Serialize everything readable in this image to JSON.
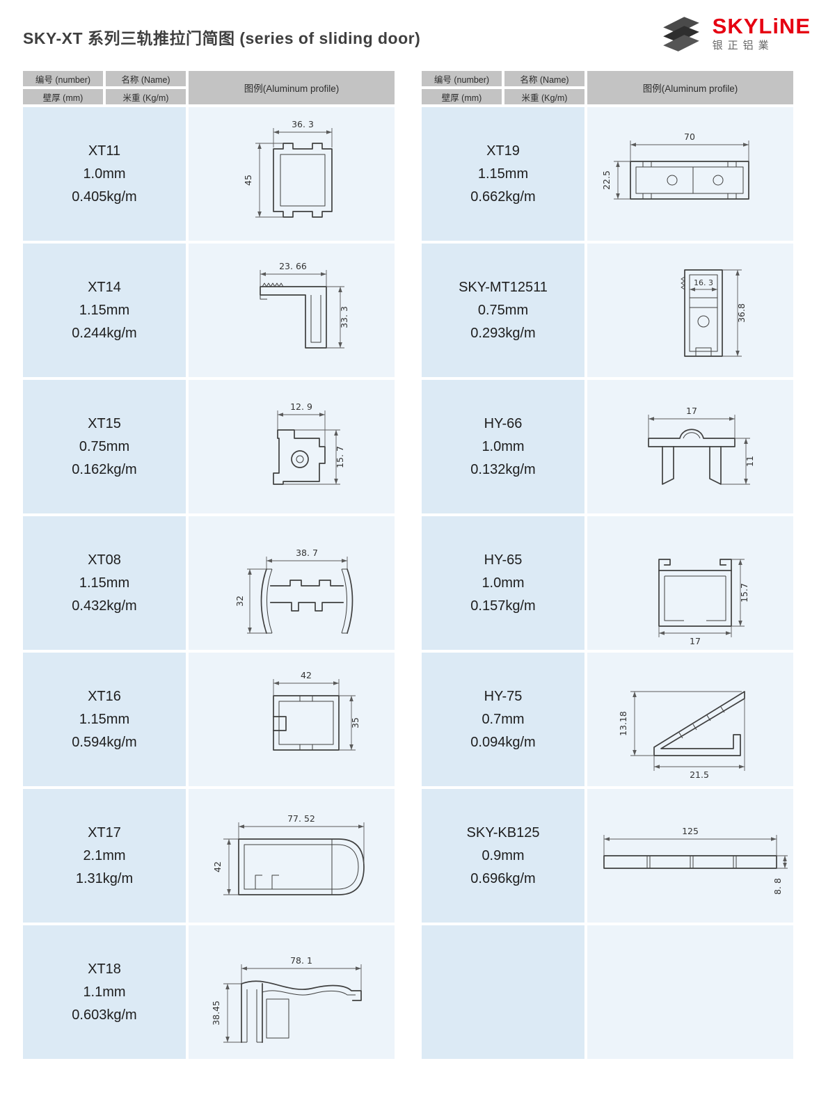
{
  "title": "SKY-XT 系列三轨推拉门简图 (series of sliding door)",
  "logo": {
    "brand": "SKYLiNE",
    "company": "银正铝業",
    "brand_color": "#e60012"
  },
  "table_headers": {
    "number": "编号 (number)",
    "thickness": "壁厚 (mm)",
    "name": "名称 (Name)",
    "weight": "米重 (Kg/m)",
    "profile": "图例(Aluminum profile)"
  },
  "left_rows": [
    {
      "number": "XT11",
      "thickness": "1.0mm",
      "weight": "0.405kg/m",
      "dim_a": "36. 3",
      "dim_b": "45"
    },
    {
      "number": "XT14",
      "thickness": "1.15mm",
      "weight": "0.244kg/m",
      "dim_a": "23. 66",
      "dim_b": "33. 3"
    },
    {
      "number": "XT15",
      "thickness": "0.75mm",
      "weight": "0.162kg/m",
      "dim_a": "12. 9",
      "dim_b": "15. 7"
    },
    {
      "number": "XT08",
      "thickness": "1.15mm",
      "weight": "0.432kg/m",
      "dim_a": "38. 7",
      "dim_b": "32"
    },
    {
      "number": "XT16",
      "thickness": "1.15mm",
      "weight": "0.594kg/m",
      "dim_a": "42",
      "dim_b": "35"
    },
    {
      "number": "XT17",
      "thickness": "2.1mm",
      "weight": "1.31kg/m",
      "dim_a": "77. 52",
      "dim_b": "42"
    },
    {
      "number": "XT18",
      "thickness": "1.1mm",
      "weight": "0.603kg/m",
      "dim_a": "78. 1",
      "dim_b": "38.45"
    }
  ],
  "right_rows": [
    {
      "number": "XT19",
      "thickness": "1.15mm",
      "weight": "0.662kg/m",
      "dim_a": "70",
      "dim_b": "22.5"
    },
    {
      "number": "SKY-MT12511",
      "thickness": "0.75mm",
      "weight": "0.293kg/m",
      "dim_a": "16. 3",
      "dim_b": "36.8"
    },
    {
      "number": "HY-66",
      "thickness": "1.0mm",
      "weight": "0.132kg/m",
      "dim_a": "17",
      "dim_b": "11"
    },
    {
      "number": "HY-65",
      "thickness": "1.0mm",
      "weight": "0.157kg/m",
      "dim_a": "15.7",
      "dim_b": "17"
    },
    {
      "number": "HY-75",
      "thickness": "0.7mm",
      "weight": "0.094kg/m",
      "dim_a": "13.18",
      "dim_b": "21.5"
    },
    {
      "number": "SKY-KB125",
      "thickness": "0.9mm",
      "weight": "0.696kg/m",
      "dim_a": "125",
      "dim_b": "8. 8"
    }
  ]
}
